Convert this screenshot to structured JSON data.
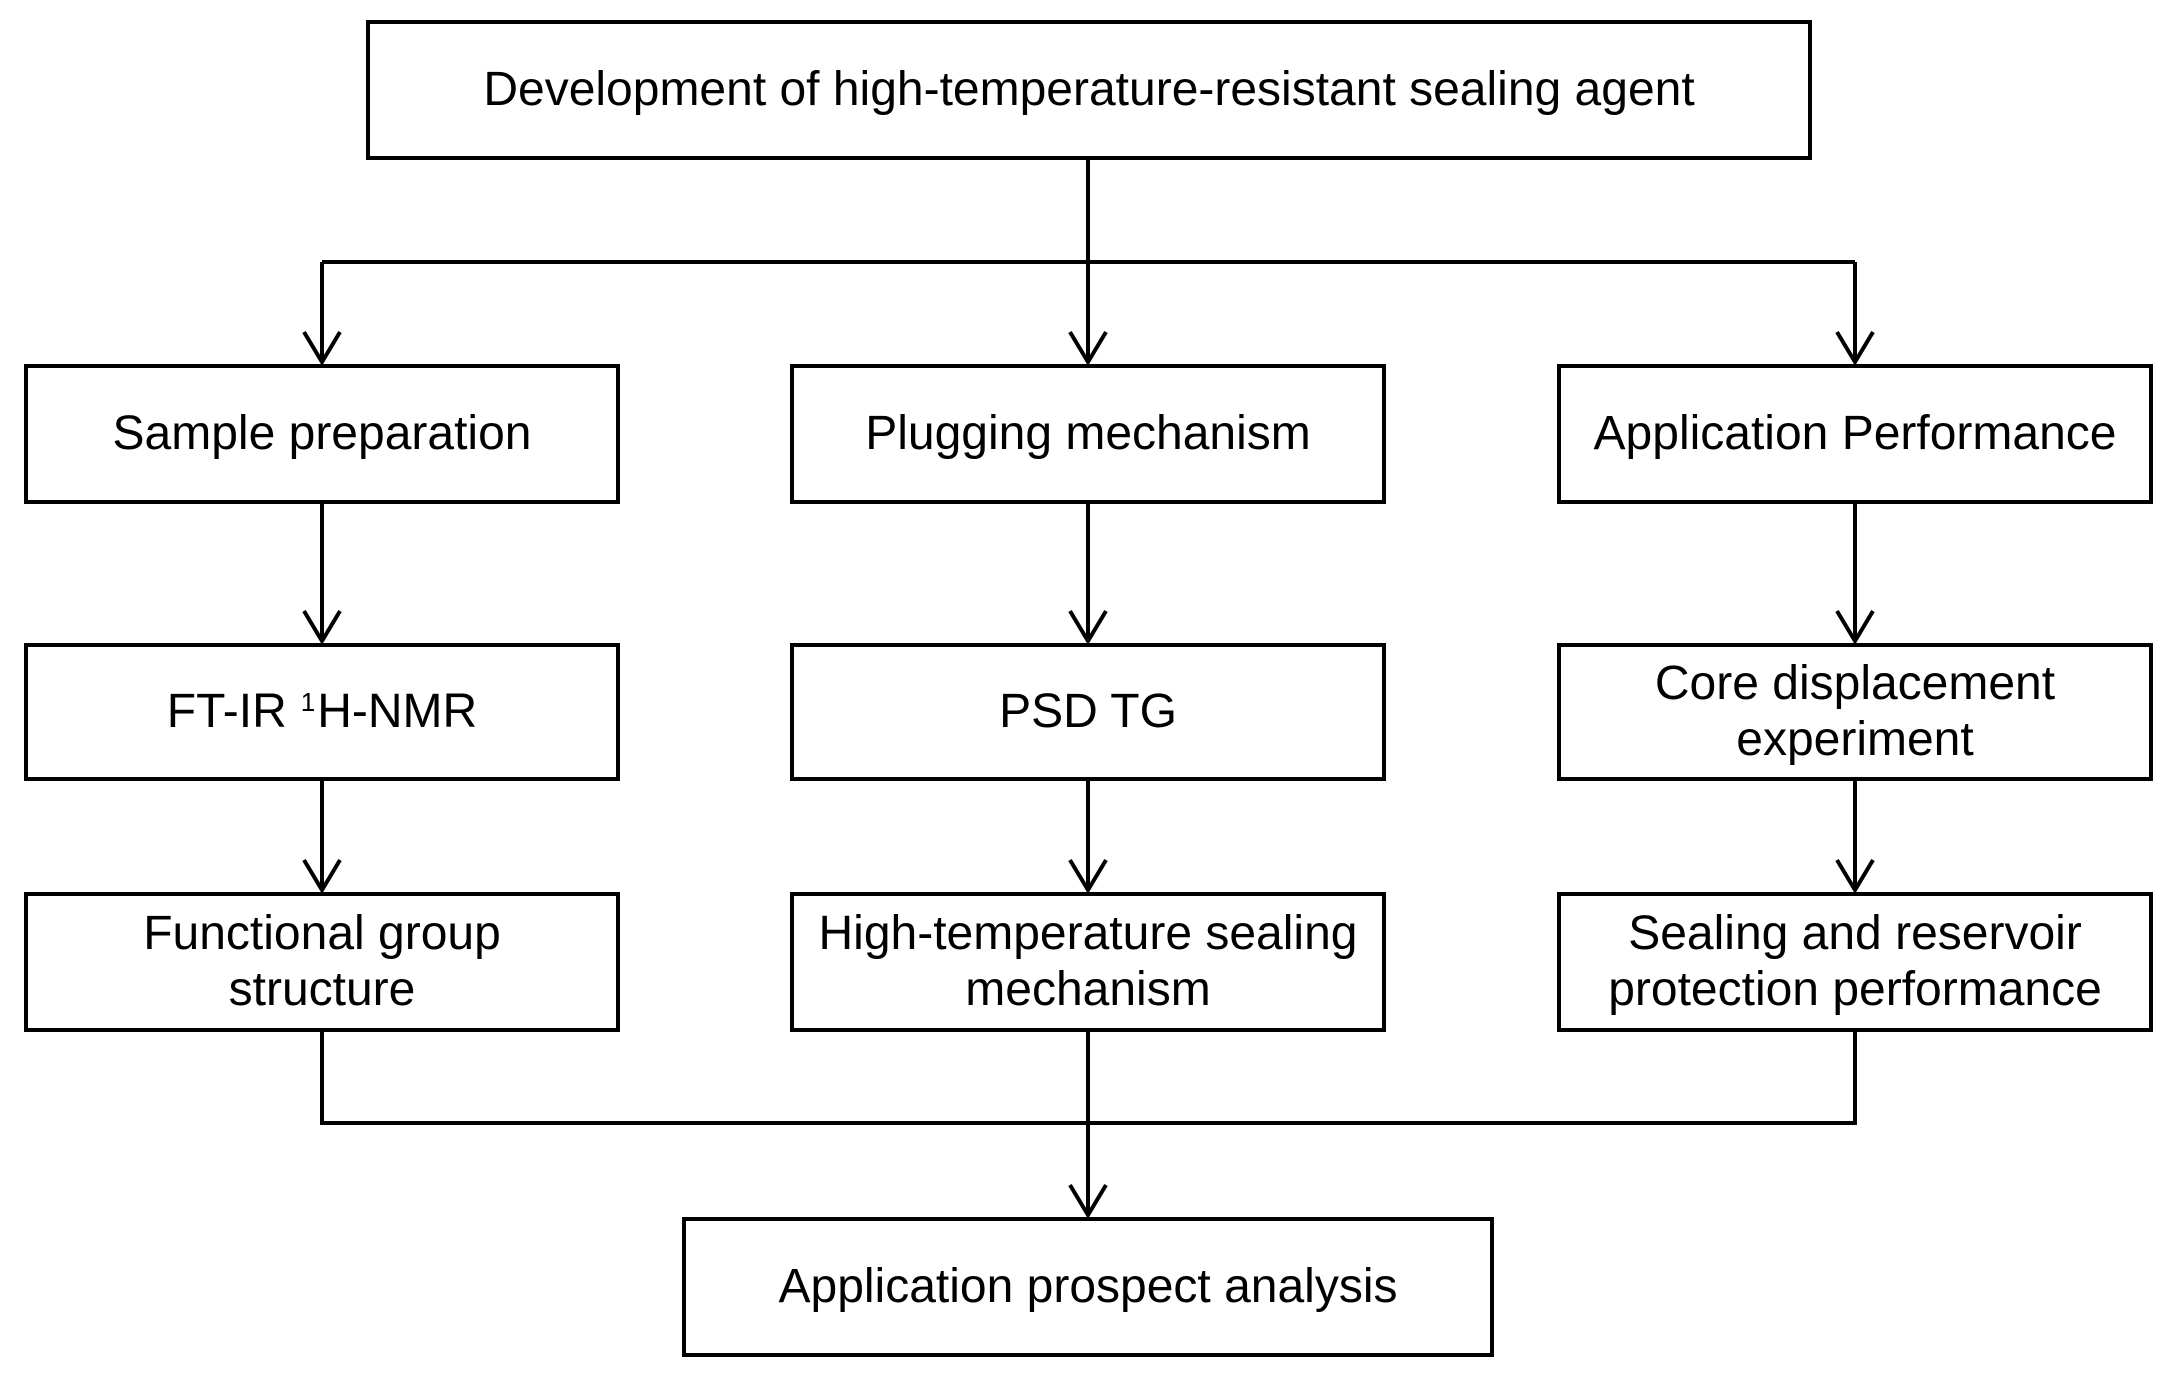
{
  "top": {
    "label": "Development of high-temperature-resistant sealing agent"
  },
  "columns": [
    {
      "heading": "Sample preparation",
      "methods": {
        "part1": "FT-IR",
        "superscript": "1",
        "part2": "H-NMR"
      },
      "result": [
        "Functional group",
        "structure"
      ]
    },
    {
      "heading": "Plugging mechanism",
      "methods": {
        "text": "PSD TG"
      },
      "result": [
        "High-temperature sealing",
        "mechanism"
      ]
    },
    {
      "heading": "Application Performance",
      "methods": {
        "lines": [
          "Core displacement",
          "experiment"
        ]
      },
      "result": [
        "Sealing and reservoir",
        "protection performance"
      ]
    }
  ],
  "bottom": {
    "label": "Application prospect analysis"
  }
}
